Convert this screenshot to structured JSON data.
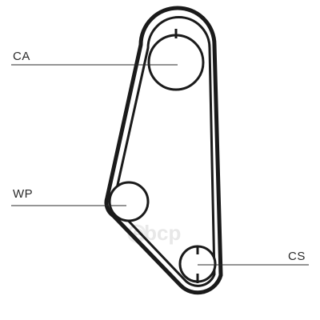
{
  "labels": {
    "camshaft": "CA",
    "water_pump": "WP",
    "crankshaft": "CS"
  },
  "watermark": "ebcp",
  "colors": {
    "belt": "#1a1a1a",
    "line": "#2b2b2b",
    "watermark": "#e6e6e6",
    "background": "#ffffff"
  }
}
